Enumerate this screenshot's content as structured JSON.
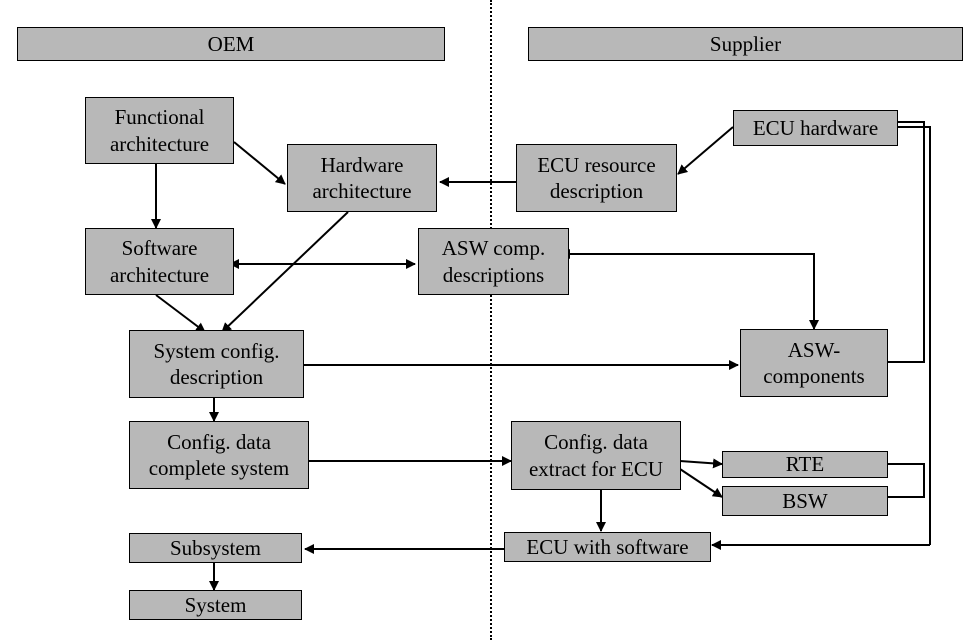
{
  "headers": {
    "oem": "OEM",
    "supplier": "Supplier"
  },
  "boxes": {
    "functional_architecture": "Functional\narchitecture",
    "hardware_architecture": "Hardware\narchitecture",
    "ecu_hardware": "ECU hardware",
    "ecu_resource_description": "ECU resource\ndescription",
    "software_architecture": "Software\narchitecture",
    "asw_comp_descriptions": "ASW comp.\ndescriptions",
    "system_config_description": "System config.\ndescription",
    "asw_components": "ASW-\ncomponents",
    "config_data_complete_system": "Config. data\ncomplete system",
    "config_data_extract_for_ecu": "Config. data\nextract for ECU",
    "rte": "RTE",
    "bsw": "BSW",
    "subsystem": "Subsystem",
    "ecu_with_software": "ECU with software",
    "system": "System"
  },
  "colors": {
    "box_fill": "#b8b8b8",
    "line": "#000000"
  }
}
